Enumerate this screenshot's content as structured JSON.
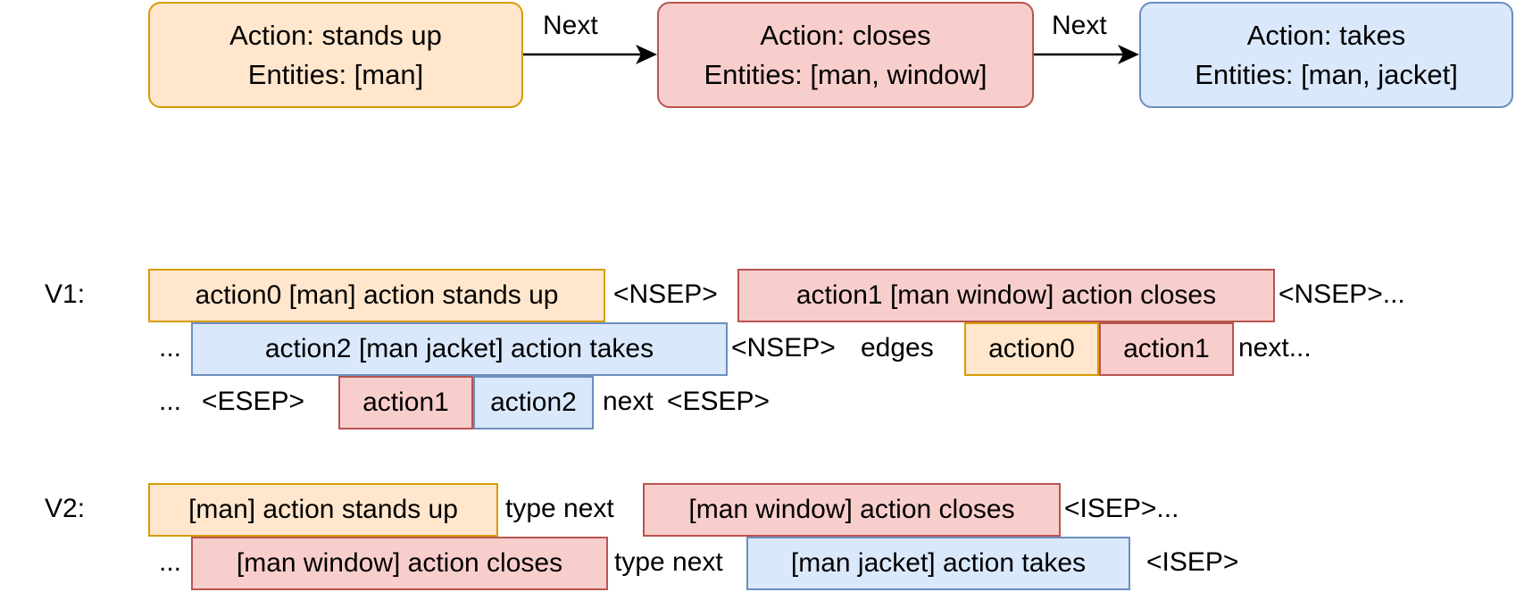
{
  "graph": {
    "nodes": [
      {
        "action": "Action: stands up",
        "entities": "Entities: [man]",
        "color": "#ffe6cc"
      },
      {
        "action": "Action: closes",
        "entities": "Entities: [man, window]",
        "color": "#f8cecc"
      },
      {
        "action": "Action: takes",
        "entities": "Entities: [man, jacket]",
        "color": "#dae8fc"
      }
    ],
    "edges": [
      "Next",
      "Next"
    ]
  },
  "v1": {
    "label": "V1:",
    "line1": {
      "seg_a": "action0 [man] action stands up",
      "sep_a": "<NSEP>",
      "seg_b": "action1 [man window] action closes",
      "tail": "<NSEP>..."
    },
    "line2": {
      "lead": "...",
      "seg_c": "action2 [man jacket] action takes",
      "sep_b": "<NSEP>",
      "edges_word": "edges",
      "seg_d": "action0",
      "seg_e": "action1",
      "tail": "next..."
    },
    "line3": {
      "lead": "...",
      "sep_c": "<ESEP>",
      "seg_f": "action1",
      "seg_g": "action2",
      "next_word": "next",
      "sep_d": "<ESEP>"
    }
  },
  "v2": {
    "label": "V2:",
    "line1": {
      "seg_a": "[man] action stands up",
      "mid": "type next",
      "seg_b": "[man window] action closes",
      "tail": "<ISEP>..."
    },
    "line2": {
      "lead": "...",
      "seg_c": "[man window] action closes",
      "mid": "type next",
      "seg_d": "[man jacket] action takes",
      "tail": "<ISEP>"
    }
  },
  "colors": {
    "orange_fill": "#ffe6cc",
    "orange_stroke": "#d79b00",
    "red_fill": "#f8cecc",
    "red_stroke": "#b85450",
    "blue_fill": "#dae8fc",
    "blue_stroke": "#6c8ebf"
  }
}
